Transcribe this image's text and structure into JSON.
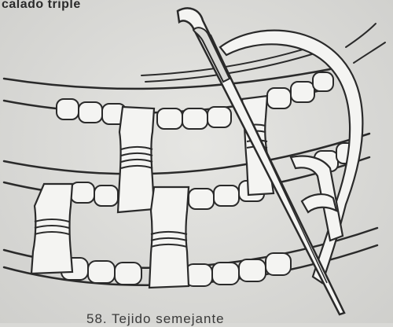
{
  "header": {
    "title": "calado triple"
  },
  "footer": {
    "caption": "58. Tejido semejante"
  },
  "colors": {
    "background": "#d9d9d6",
    "ink": "#2a2a2a",
    "thread": "#f4f4f2"
  },
  "illustration": {
    "subject": "needle-and-thread-over-three-rows-of-wrapped-bars"
  }
}
